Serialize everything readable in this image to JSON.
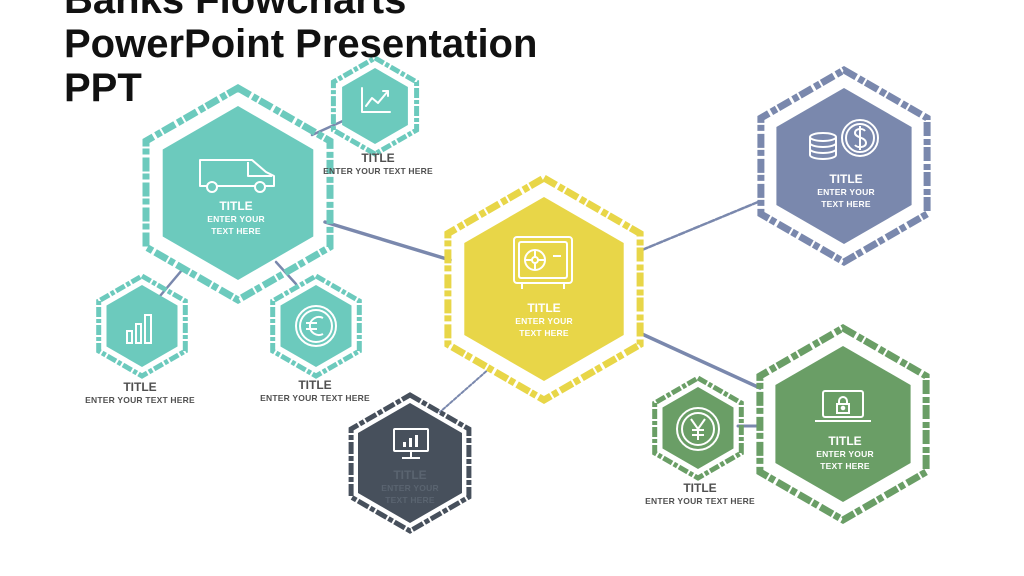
{
  "title_lines": [
    "Banks Flowcharts",
    "PowerPoint Presentation",
    "PPT"
  ],
  "colors": {
    "teal": "#6ccabd",
    "yellow": "#e8d648",
    "slate": "#7a88ad",
    "green": "#6a9e66",
    "dark": "#47505c",
    "connector": "#7a88ad"
  },
  "nodes": {
    "van": {
      "title": "TITLE",
      "body": "ENTER YOUR TEXT HERE",
      "icon": "van-icon"
    },
    "chart": {
      "title": "TITLE",
      "body": "ENTER YOUR TEXT HERE",
      "icon": "line-chart-icon"
    },
    "bars": {
      "title": "TITLE",
      "body": "ENTER YOUR TEXT HERE",
      "icon": "bar-chart-icon"
    },
    "euro": {
      "title": "TITLE",
      "body": "ENTER YOUR TEXT HERE",
      "icon": "euro-coin-icon"
    },
    "safe": {
      "title": "TITLE",
      "body": "ENTER YOUR TEXT HERE",
      "icon": "safe-icon"
    },
    "monitor": {
      "title": "TITLE",
      "body": "ENTER YOUR TEXT HERE",
      "icon": "monitor-chart-icon"
    },
    "coins": {
      "title": "TITLE",
      "body": "ENTER YOUR TEXT HERE",
      "icon": "coins-dollar-icon"
    },
    "yen": {
      "title": "TITLE",
      "body": "ENTER YOUR TEXT HERE",
      "icon": "yen-coin-icon"
    },
    "laptop": {
      "title": "TITLE",
      "body": "ENTER YOUR TEXT HERE",
      "icon": "laptop-lock-icon"
    }
  }
}
